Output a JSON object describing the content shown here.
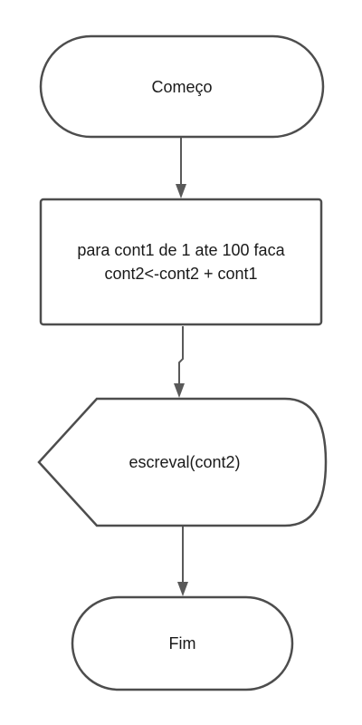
{
  "diagram": {
    "nodes": {
      "start": {
        "shape": "terminator",
        "text": "Começo"
      },
      "process": {
        "shape": "process",
        "lines": [
          "para cont1 de 1 ate 100 faca",
          "cont2<-cont2 + cont1"
        ]
      },
      "display": {
        "shape": "display",
        "text": "escreval(cont2)"
      },
      "end": {
        "shape": "terminator",
        "text": "Fim"
      }
    },
    "edges": [
      {
        "from": "start",
        "to": "process"
      },
      {
        "from": "process",
        "to": "display"
      },
      {
        "from": "display",
        "to": "end"
      }
    ],
    "colors": {
      "stroke": "#4d4d4d",
      "connector": "#595959",
      "fill": "#ffffff",
      "text": "#1a1a1a"
    }
  }
}
